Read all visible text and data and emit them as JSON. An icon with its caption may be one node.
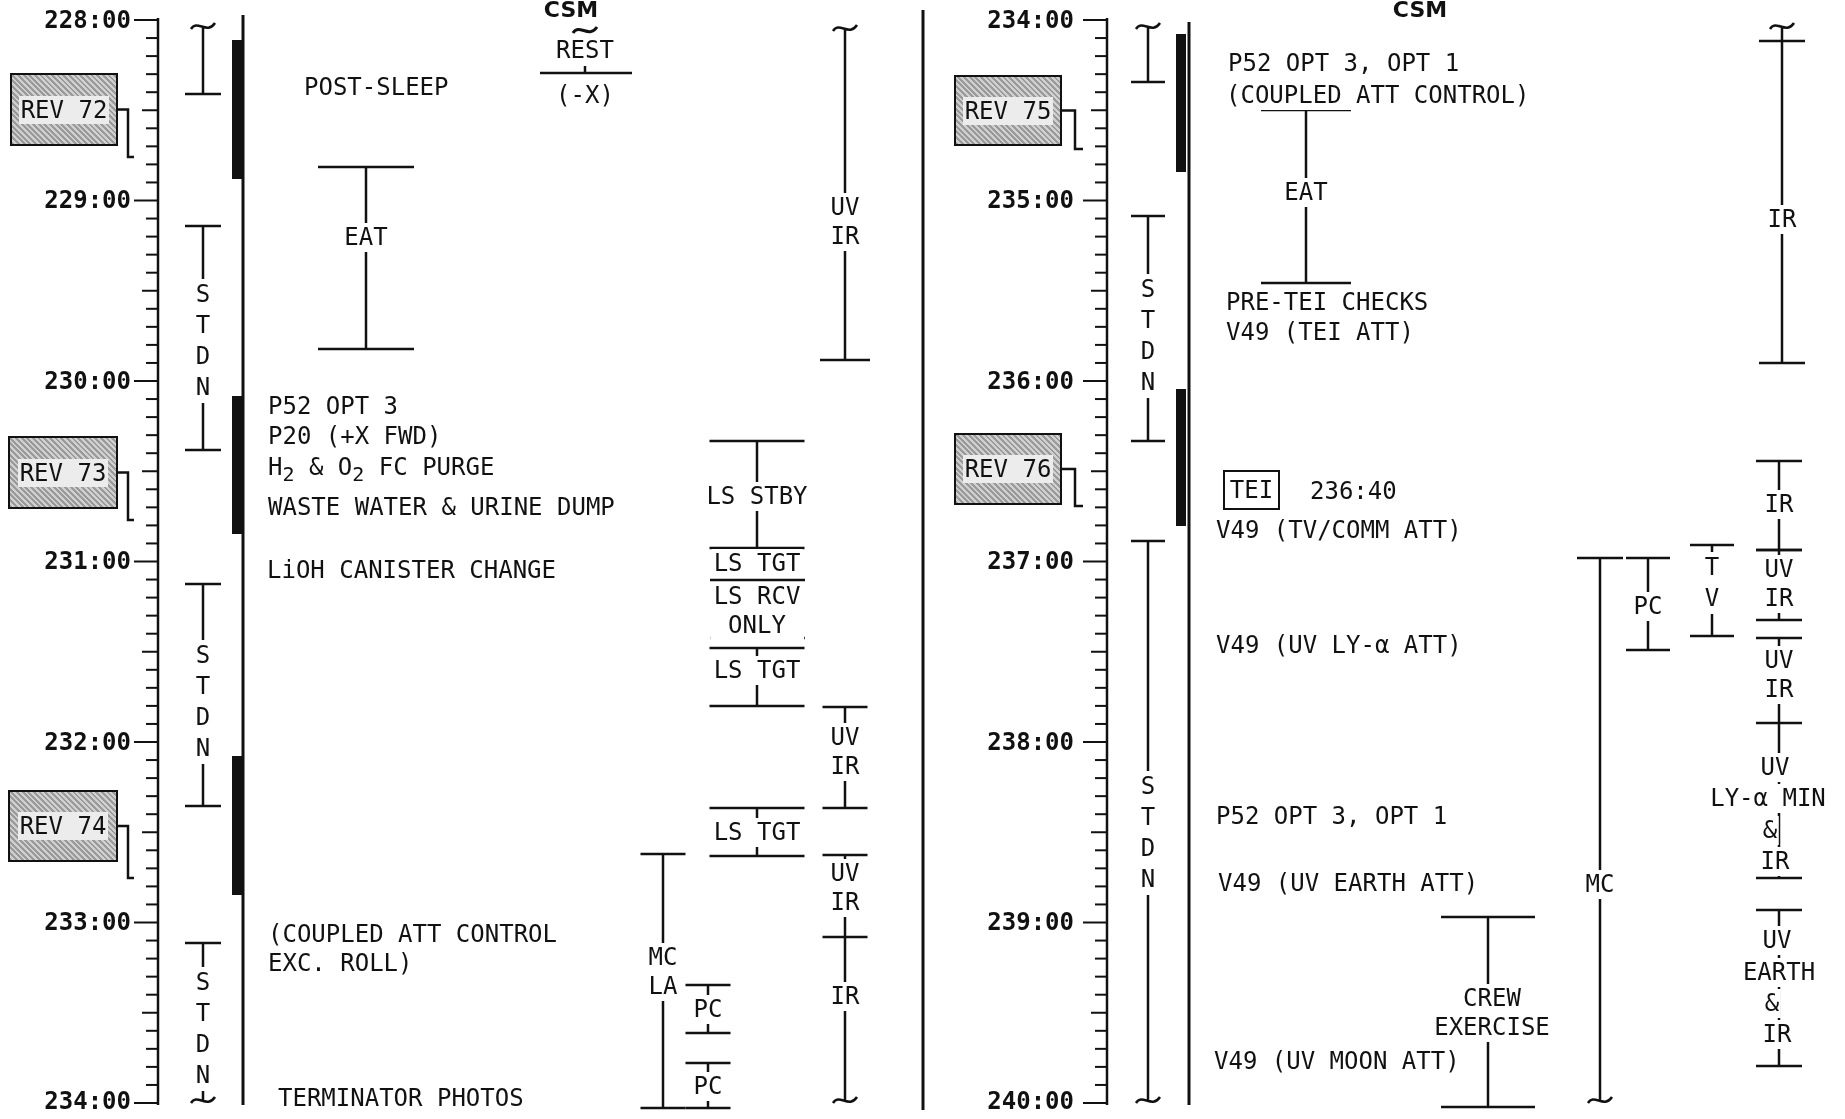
{
  "diagram": {
    "nodes": [
      {
        "text": [],
        "shape": "bar"
      },
      {
        "text": [
          "REV 72"
        ]
      },
      {
        "text": [
          "REV 73"
        ]
      },
      {
        "text": [
          "REV 74"
        ]
      },
      {
        "text": [],
        "shape": "bar"
      },
      {
        "text": [
          "REV 75"
        ]
      },
      {
        "text": [
          "REV 76"
        ]
      },
      {
        "text": [
          "TEI"
        ]
      }
    ],
    "edges": [
      {
        "from": 1,
        "to": 0,
        "arrow": "none"
      },
      {
        "from": 2,
        "to": 0,
        "arrow": "none"
      },
      {
        "from": 3,
        "to": 0,
        "arrow": "none"
      },
      {
        "from": 5,
        "to": 4,
        "arrow": "none"
      },
      {
        "from": 6,
        "to": 4,
        "arrow": "none"
      }
    ],
    "labels": [
      "CSM",
      "228:00",
      "229:00",
      "230:00",
      "231:00",
      "232:00",
      "233:00",
      "234:00",
      "STDN",
      "STDN",
      "STDN",
      "POST-SLEEP",
      "REST",
      "(-X)",
      "EAT",
      "UV IR",
      "P52 OPT 3",
      "P20 (+X FWD)",
      "H$_{2}$ & O$_{2}$ FC PURGE",
      "WASTE WATER & URINE DUMP",
      "LS STBY",
      "LiOH CANISTER CHANGE",
      "LS TGT",
      "LS RCV ONLY",
      "LS TGT",
      "UV IR",
      "LS TGT",
      "UV IR",
      "(COUPLED ATT CONTROL EXC. ROLL)",
      "MC LA",
      "PC",
      "IR",
      "PC",
      "TERMINATOR PHOTOS",
      "CSM",
      "234:00",
      "235:00",
      "236:00",
      "237:00",
      "238:00",
      "239:00",
      "240:00",
      "STDN",
      "STDN",
      "P52 OPT 3, OPT 1",
      "(COUPLED ATT CONTROL)",
      "EAT",
      "IR",
      "PRE-TEI CHECKS",
      "V49 (TEI ATT)",
      "236:40",
      "IR",
      "V49 (TV/COMM ATT)",
      "PC",
      "TV",
      "UV IR",
      "V49 (UV LY-α ATT)",
      "UV IR",
      "UV",
      "LY-α MIN",
      "&",
      "IR",
      "P52 OPT 3, OPT 1",
      "V49 (UV EARTH ATT)",
      "MC",
      "CREW EXERCISE",
      "UV",
      "EARTH",
      "&",
      "IR",
      "V49 (UV MOON ATT)"
    ]
  }
}
